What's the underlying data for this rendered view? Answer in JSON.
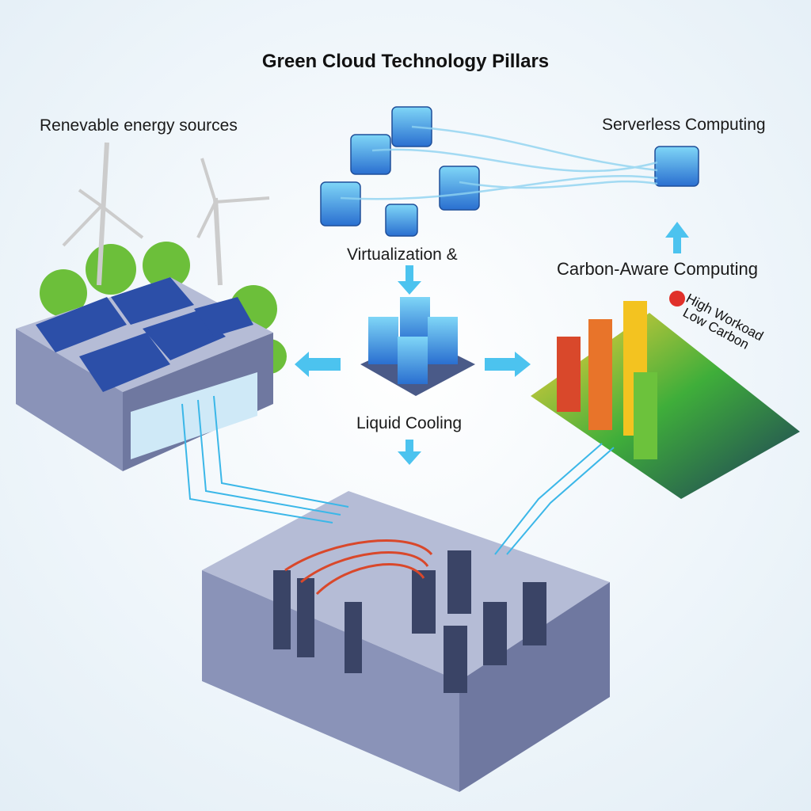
{
  "title": "Green Cloud Technology Pillars",
  "labels": {
    "renewable": "Renevable energy sources",
    "serverless": "Serverless Computing",
    "virtualization": "Virtualization &",
    "carbon_aware": "Carbon-Aware Computing",
    "liquid_cooling": "Liquid Cooling"
  },
  "chart_tags": {
    "high": "High Workoad",
    "low": "Low Carbon"
  },
  "colors": {
    "accent": "#3bb7e8",
    "solar": "#2c4fa8",
    "tree": "#6cbf3a",
    "pipe_hot": "#d9482b",
    "building": "#8a93b8"
  }
}
